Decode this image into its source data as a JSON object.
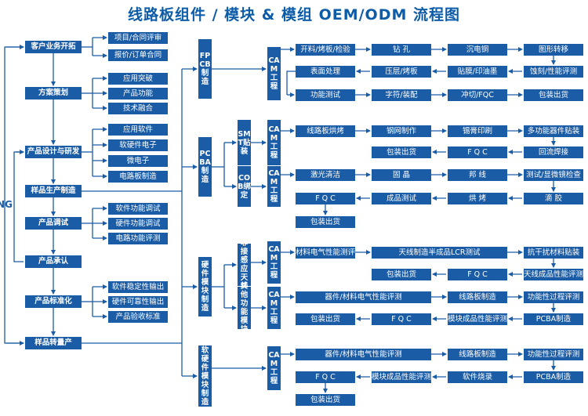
{
  "title": "线路板组件 / 模块 & 模组 OEM/ODM 流程图",
  "ng": "NG",
  "left": {
    "l1": "客户业务开拓",
    "l2": "方案策划",
    "l3": "产品设计与研发",
    "l4": "样品生产制造",
    "l5": "产品调试",
    "l6": "产品承认",
    "l7": "产品标准化",
    "l8": "样品转量产"
  },
  "sub": {
    "s1": "项目/合同评审",
    "s2": "报价/订单合同",
    "s3": "应用突破",
    "s4": "产品功能",
    "s5": "技术融合",
    "s6": "应用软件",
    "s7": "软硬件电子",
    "s8": "微电子",
    "s9": "电路板制造",
    "s10": "软件功能调试",
    "s11": "硬件功能调试",
    "s12": "电路功能评测",
    "s13": "软件稳定性输出",
    "s14": "硬件可靠性输出",
    "s15": "产品验收标准"
  },
  "mfg": {
    "fpcb": "FPCB制造",
    "pcba": "PCBA制造",
    "hw": "硬件模块制造",
    "sw": "软硬件模块制造"
  },
  "mid": {
    "smt": "SMT贴装",
    "cob": "COB绑定",
    "ncs": "非接感应天线",
    "other": "其他功能模块"
  },
  "cam": "CAM工程",
  "fp": {
    "a1": "开料/烤板/检验",
    "a2": "钻 孔",
    "a3": "沉电铜",
    "a4": "图形转移",
    "b1": "表面处理",
    "b2": "压层/烤板",
    "b3": "贴膜/印油墨",
    "b4": "蚀刻/性能评测",
    "c1": "功能测试",
    "c2": "字符/装配",
    "c3": "冲切/FQC",
    "c4": "包装出货"
  },
  "smt": {
    "a1": "线路板烘烤",
    "a2": "钢网制作",
    "a3": "锡膏印刷",
    "a4": "多功能器件贴装",
    "b1": "包装出货",
    "b2": "F Q C",
    "b3": "回流焊接"
  },
  "cob": {
    "a1": "激光清洁",
    "a2": "固 晶",
    "a3": "邦 线",
    "a4": "测试/显微镜检查",
    "b1": "F Q C",
    "b2": "成品测试",
    "b3": "烘 烤",
    "b4": "滴 胶",
    "c1": "包装出货"
  },
  "ncs": {
    "a1": "材料电气性能测评",
    "a2": "天线制造半成品LCR测试",
    "a3": "抗干扰材料贴装",
    "b1": "包装出货",
    "b2": "F Q C",
    "b3": "天线成品性能评测"
  },
  "oth": {
    "a1": "器件/材料电气性能评测",
    "a2": "线路板制造",
    "a3": "功能性过程评测",
    "b1": "包装出货",
    "b2": "F Q C",
    "b3": "模块成品性能评测",
    "b4": "PCBA制造"
  },
  "swm": {
    "a1": "器件/材料电气性能评测",
    "a2": "线路板制造",
    "a3": "功能性过程评测",
    "b1": "F Q C",
    "b2": "模块成品性能评测",
    "b3": "软件烧录",
    "b4": "PCBA制造",
    "c1": "包装出货"
  }
}
